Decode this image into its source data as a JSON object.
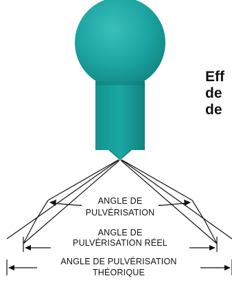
{
  "colors": {
    "nozzle": "#1aa3a0",
    "nozzle_highlight": "#4fc9c4",
    "nozzle_shadow": "#0f7e7b",
    "lines": "#111111",
    "text": "#111111"
  },
  "side_text": {
    "line1": "Eff",
    "line2": "de",
    "line3": "de"
  },
  "labels": {
    "spray_angle_line1": "ANGLE DE",
    "spray_angle_line2": "PULVÉRISATION",
    "real_angle_line1": "ANGLE DE",
    "real_angle_line2": "PULVÉRISATION RÉEL",
    "theoretical_angle_line1": "ANGLE DE PULVÉRISATION",
    "theoretical_angle_line2": "THÉORIQUE"
  }
}
